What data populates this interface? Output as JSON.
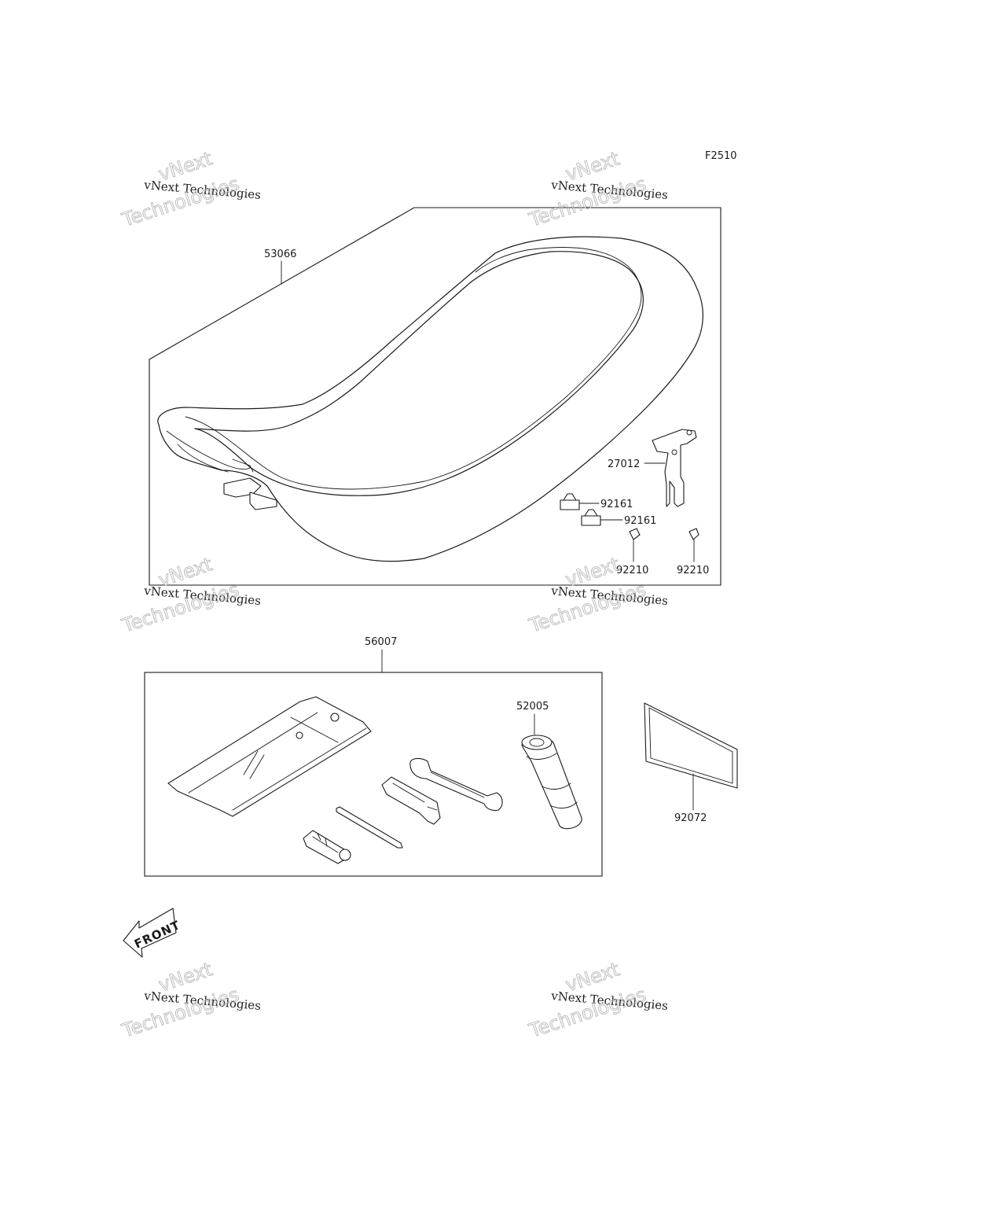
{
  "figure_code": "F2510",
  "part_labels": {
    "seat": "53066",
    "bracket": "27012",
    "damper_a": "92161",
    "damper_b": "92161",
    "clip_a": "92210",
    "clip_b": "92210",
    "tool_kit": "56007",
    "plug_wrench": "52005",
    "label": "92072"
  },
  "direction_arrow": "FRONT",
  "watermark": {
    "line1": "vNext Technologies",
    "line2a": "vNext",
    "line2b": "Technologies"
  }
}
